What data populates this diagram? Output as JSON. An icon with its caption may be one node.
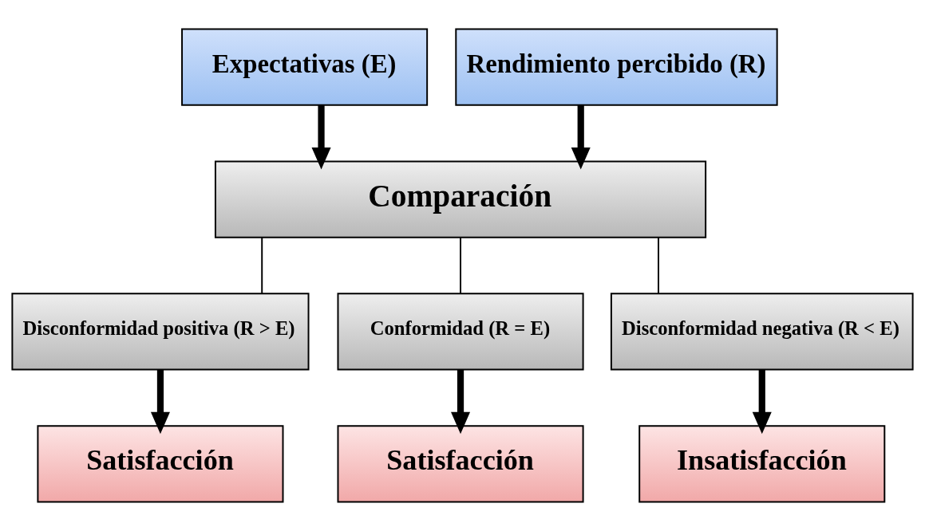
{
  "diagram": {
    "nodes": [
      {
        "text": [
          "Expectativas (E)"
        ]
      },
      {
        "text": [
          "Rendimiento percibido (R)"
        ]
      },
      {
        "text": [
          "Comparación"
        ]
      },
      {
        "text": [
          "Disconformidad positiva (R > E)"
        ]
      },
      {
        "text": [
          "Conformidad (R = E)"
        ]
      },
      {
        "text": [
          "Disconformidad negativa (R < E)"
        ]
      },
      {
        "text": [
          "Satisfacción"
        ]
      },
      {
        "text": [
          "Satisfacción"
        ]
      },
      {
        "text": [
          "Insatisfacción"
        ]
      }
    ],
    "edges": [
      {
        "from": 0,
        "to": 2,
        "arrow": "to"
      },
      {
        "from": 1,
        "to": 2,
        "arrow": "to"
      },
      {
        "from": 2,
        "to": 3,
        "arrow": "none"
      },
      {
        "from": 2,
        "to": 4,
        "arrow": "none"
      },
      {
        "from": 2,
        "to": 5,
        "arrow": "none"
      },
      {
        "from": 3,
        "to": 6,
        "arrow": "to"
      },
      {
        "from": 4,
        "to": 7,
        "arrow": "to"
      },
      {
        "from": 5,
        "to": 8,
        "arrow": "to"
      }
    ]
  }
}
